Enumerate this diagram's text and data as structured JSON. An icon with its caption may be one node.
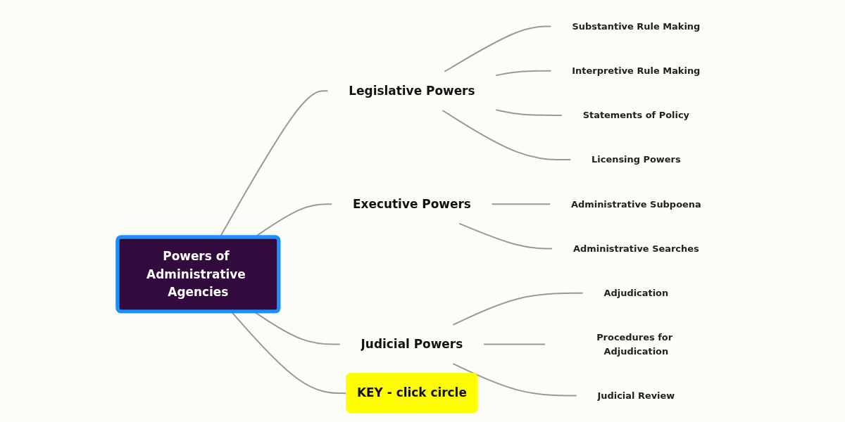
{
  "diagram": {
    "nodes": [
      {
        "text": [
          "Powers of Administrative Agencies"
        ]
      },
      {
        "text": [
          "Legislative Powers"
        ]
      },
      {
        "text": [
          "Substantive Rule Making"
        ]
      },
      {
        "text": [
          "Interpretive Rule Making"
        ]
      },
      {
        "text": [
          "Statements of Policy"
        ]
      },
      {
        "text": [
          "Licensing Powers"
        ]
      },
      {
        "text": [
          "Executive Powers"
        ]
      },
      {
        "text": [
          "Administrative Subpoena"
        ]
      },
      {
        "text": [
          "Administrative Searches"
        ]
      },
      {
        "text": [
          "Judicial Powers"
        ]
      },
      {
        "text": [
          "Adjudication"
        ]
      },
      {
        "text": [
          "Procedures for Adjudication"
        ]
      },
      {
        "text": [
          "Judicial Review"
        ]
      },
      {
        "text": [
          "KEY - click circle"
        ]
      }
    ],
    "edges": [
      {
        "from": 0,
        "to": 1,
        "arrow": "none"
      },
      {
        "from": 1,
        "to": 2,
        "arrow": "none"
      },
      {
        "from": 1,
        "to": 3,
        "arrow": "none"
      },
      {
        "from": 1,
        "to": 4,
        "arrow": "none"
      },
      {
        "from": 1,
        "to": 5,
        "arrow": "none"
      },
      {
        "from": 0,
        "to": 6,
        "arrow": "none"
      },
      {
        "from": 6,
        "to": 7,
        "arrow": "none"
      },
      {
        "from": 6,
        "to": 8,
        "arrow": "none"
      },
      {
        "from": 0,
        "to": 9,
        "arrow": "none"
      },
      {
        "from": 9,
        "to": 10,
        "arrow": "none"
      },
      {
        "from": 9,
        "to": 11,
        "arrow": "none"
      },
      {
        "from": 9,
        "to": 12,
        "arrow": "none"
      },
      {
        "from": 0,
        "to": 13,
        "arrow": "none"
      }
    ]
  }
}
